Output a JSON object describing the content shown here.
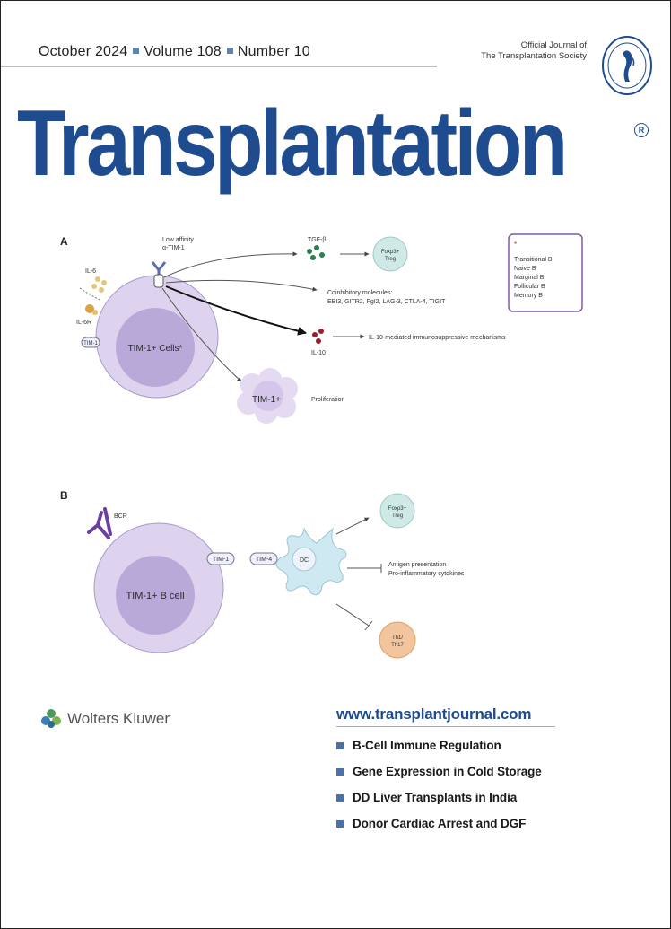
{
  "header": {
    "month_year": "October 2024",
    "volume": "Volume 108",
    "number": "Number 10",
    "official_line1": "Official Journal of",
    "official_line2": "The Transplantation Society"
  },
  "masthead": {
    "title": "Transplantation",
    "registered": "R"
  },
  "figure": {
    "panel_a": {
      "label": "A",
      "low_affinity_1": "Low affinity",
      "low_affinity_2": "α-TIM-1",
      "il6": "IL-6",
      "il6r": "IL-6R",
      "tim1": "TIM-1",
      "cells": "TIM-1+ Cells*",
      "tgfb": "TGF-β",
      "foxp3_1": "Foxp3+",
      "foxp3_2": "Treg",
      "coinhib_1": "Coinhibitory molecules:",
      "coinhib_2": "EBI3, GITR2, FgI2, LAG-3, CTLA-4, TIGIT",
      "il10": "IL-10",
      "il10_mech": "IL-10-mediated immunosuppressive mechanisms",
      "prolif_cell": "TIM-1+",
      "proliferation": "Proliferation",
      "legend_star": "*",
      "legend_items": [
        "Transitional B",
        "Naive B",
        "Marginal B",
        "Follicular B",
        "Memory B"
      ]
    },
    "panel_b": {
      "label": "B",
      "bcr": "BCR",
      "bcell": "TIM-1+ B cell",
      "tim1": "TIM-1",
      "tim4": "TIM-4",
      "dc": "DC",
      "foxp3_1": "Foxp3+",
      "foxp3_2": "Treg",
      "antigen": "Antigen presentation",
      "cytokines": "Pro-inflammatory cytokines",
      "th_1": "Th1/",
      "th_2": "Th17"
    }
  },
  "footer": {
    "publisher": "Wolters Kluwer",
    "url": "www.transplantjournal.com",
    "headlines": [
      "B-Cell Immune Regulation",
      "Gene Expression in Cold Storage",
      "DD Liver Transplants in India",
      "Donor Cardiac Arrest and DGF"
    ]
  },
  "colors": {
    "brand_blue": "#1f4c8f",
    "bullet_blue": "#4a72a8",
    "cell_lavender": "#ddd3ee",
    "cell_core": "#b9a9d9",
    "treg_teal": "#cfe9e6",
    "th_orange": "#f2c59e"
  }
}
